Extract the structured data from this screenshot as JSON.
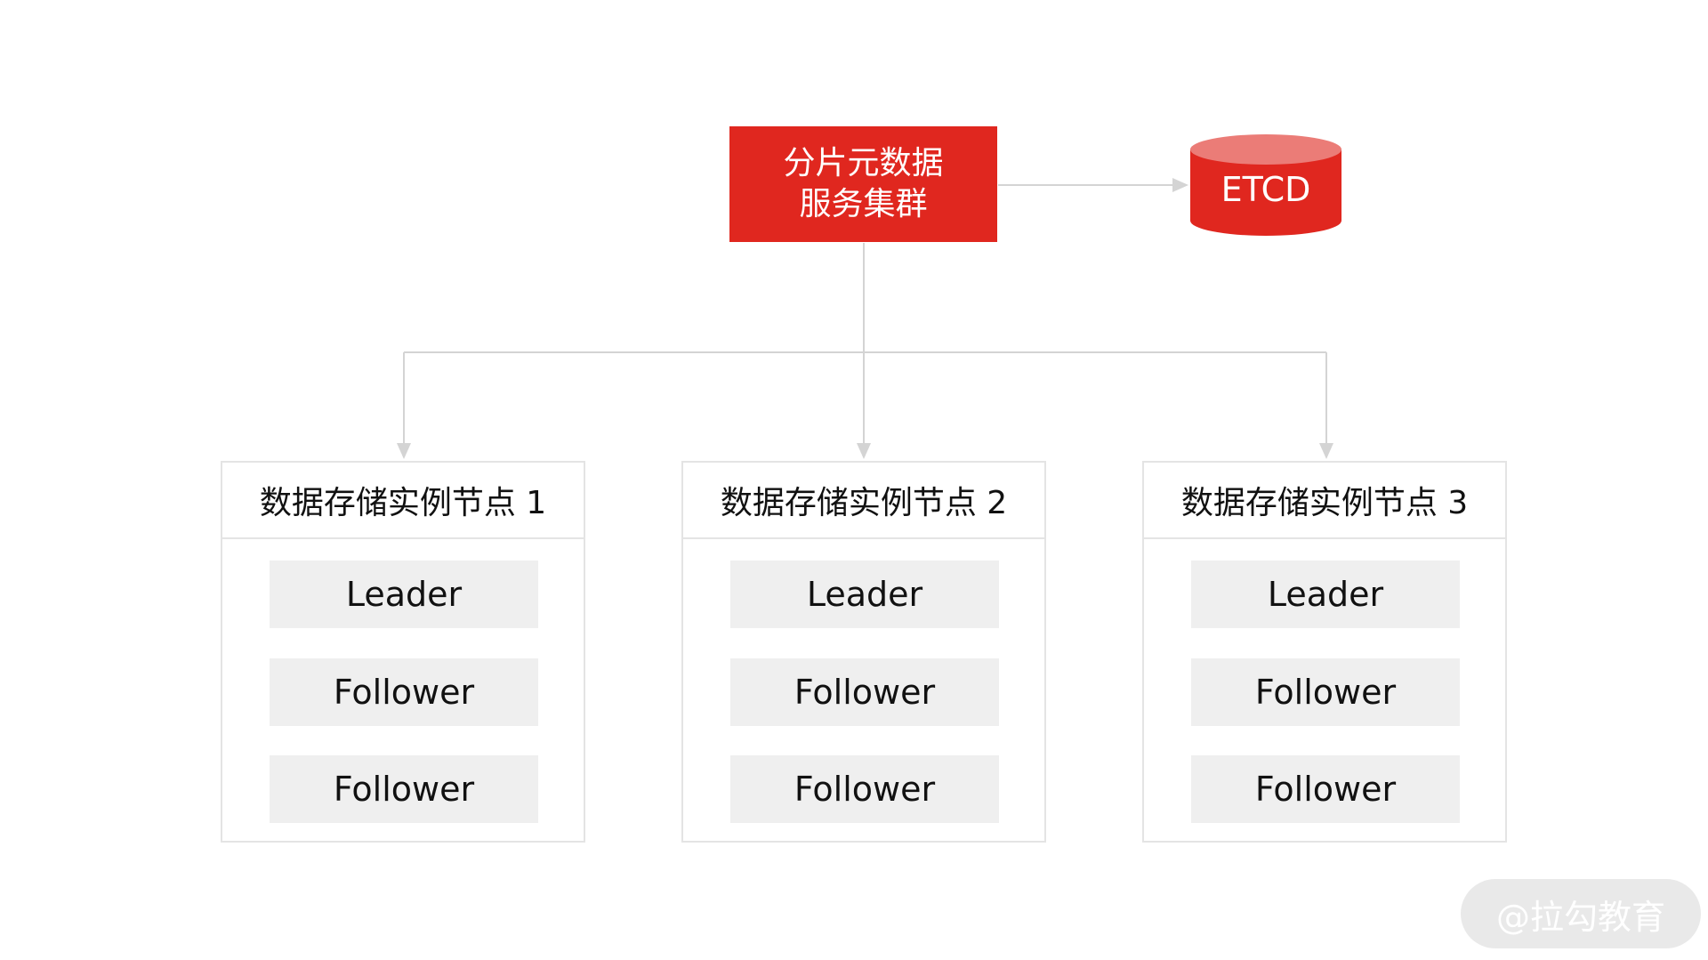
{
  "meta_service": {
    "line1": "分片元数据",
    "line2": "服务集群"
  },
  "etcd": {
    "label": "ETCD"
  },
  "nodes": [
    {
      "title": "数据存储实例节点 1",
      "replicas": [
        "Leader",
        "Follower",
        "Follower"
      ]
    },
    {
      "title": "数据存储实例节点 2",
      "replicas": [
        "Leader",
        "Follower",
        "Follower"
      ]
    },
    {
      "title": "数据存储实例节点 3",
      "replicas": [
        "Leader",
        "Follower",
        "Follower"
      ]
    }
  ],
  "watermark": "@拉勾教育",
  "colors": {
    "accent_red": "#e0271f",
    "etcd_top": "#eb7c77",
    "connector": "#d4d4d4",
    "replica_bg": "#efefef",
    "border": "#e4e4e4"
  }
}
